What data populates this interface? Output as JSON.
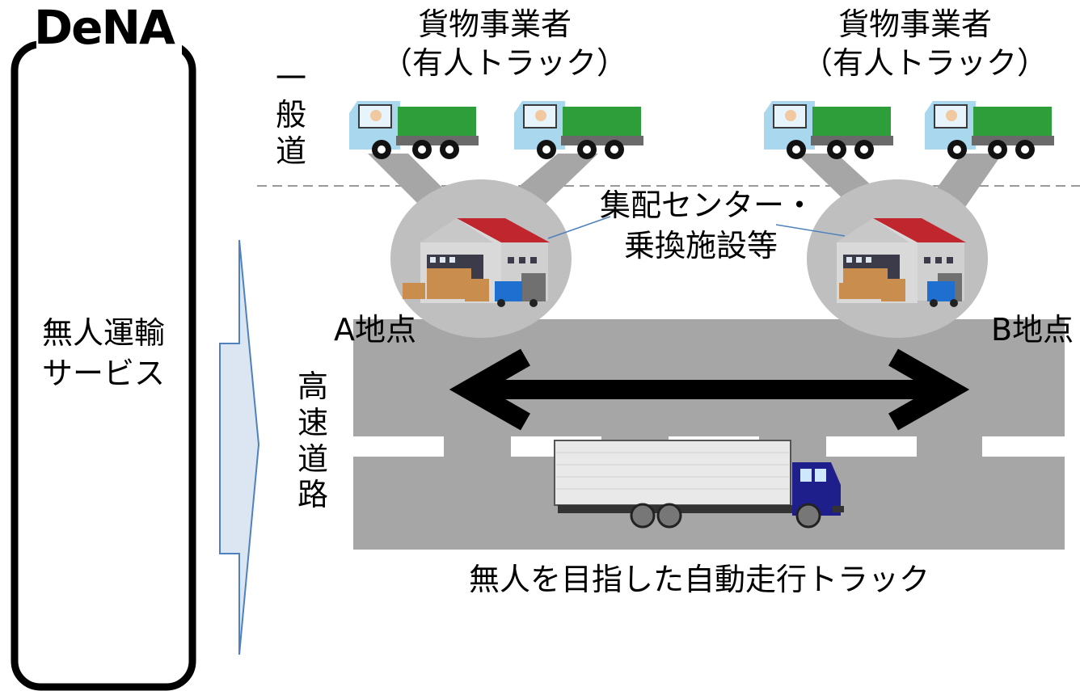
{
  "logo": {
    "text": "DeNA"
  },
  "service_box": {
    "line1": "無人運輸",
    "line2": "サービス"
  },
  "general_road": {
    "chars": [
      "一",
      "般",
      "道"
    ]
  },
  "operators": [
    {
      "name": "貨物事業者",
      "sub": "（有人トラック）"
    },
    {
      "name": "貨物事業者",
      "sub": "（有人トラック）"
    }
  ],
  "hub_label": {
    "line1": "集配センター・",
    "line2": "乗換施設等"
  },
  "points": {
    "a": "A地点",
    "b": "B地点"
  },
  "highway": {
    "chars": [
      "高",
      "速",
      "道",
      "路"
    ]
  },
  "truck_caption": "無人を目指した自動走行トラック",
  "colors": {
    "road": "#a6a6a6",
    "circle": "#bfbfbf",
    "arrow_fill": "#dce6f2",
    "arrow_stroke": "#4f81bd",
    "truck_cab": "#1f1f8c",
    "truck_bed": "#2e9e3a",
    "warehouse_roof": "#c0262d"
  }
}
